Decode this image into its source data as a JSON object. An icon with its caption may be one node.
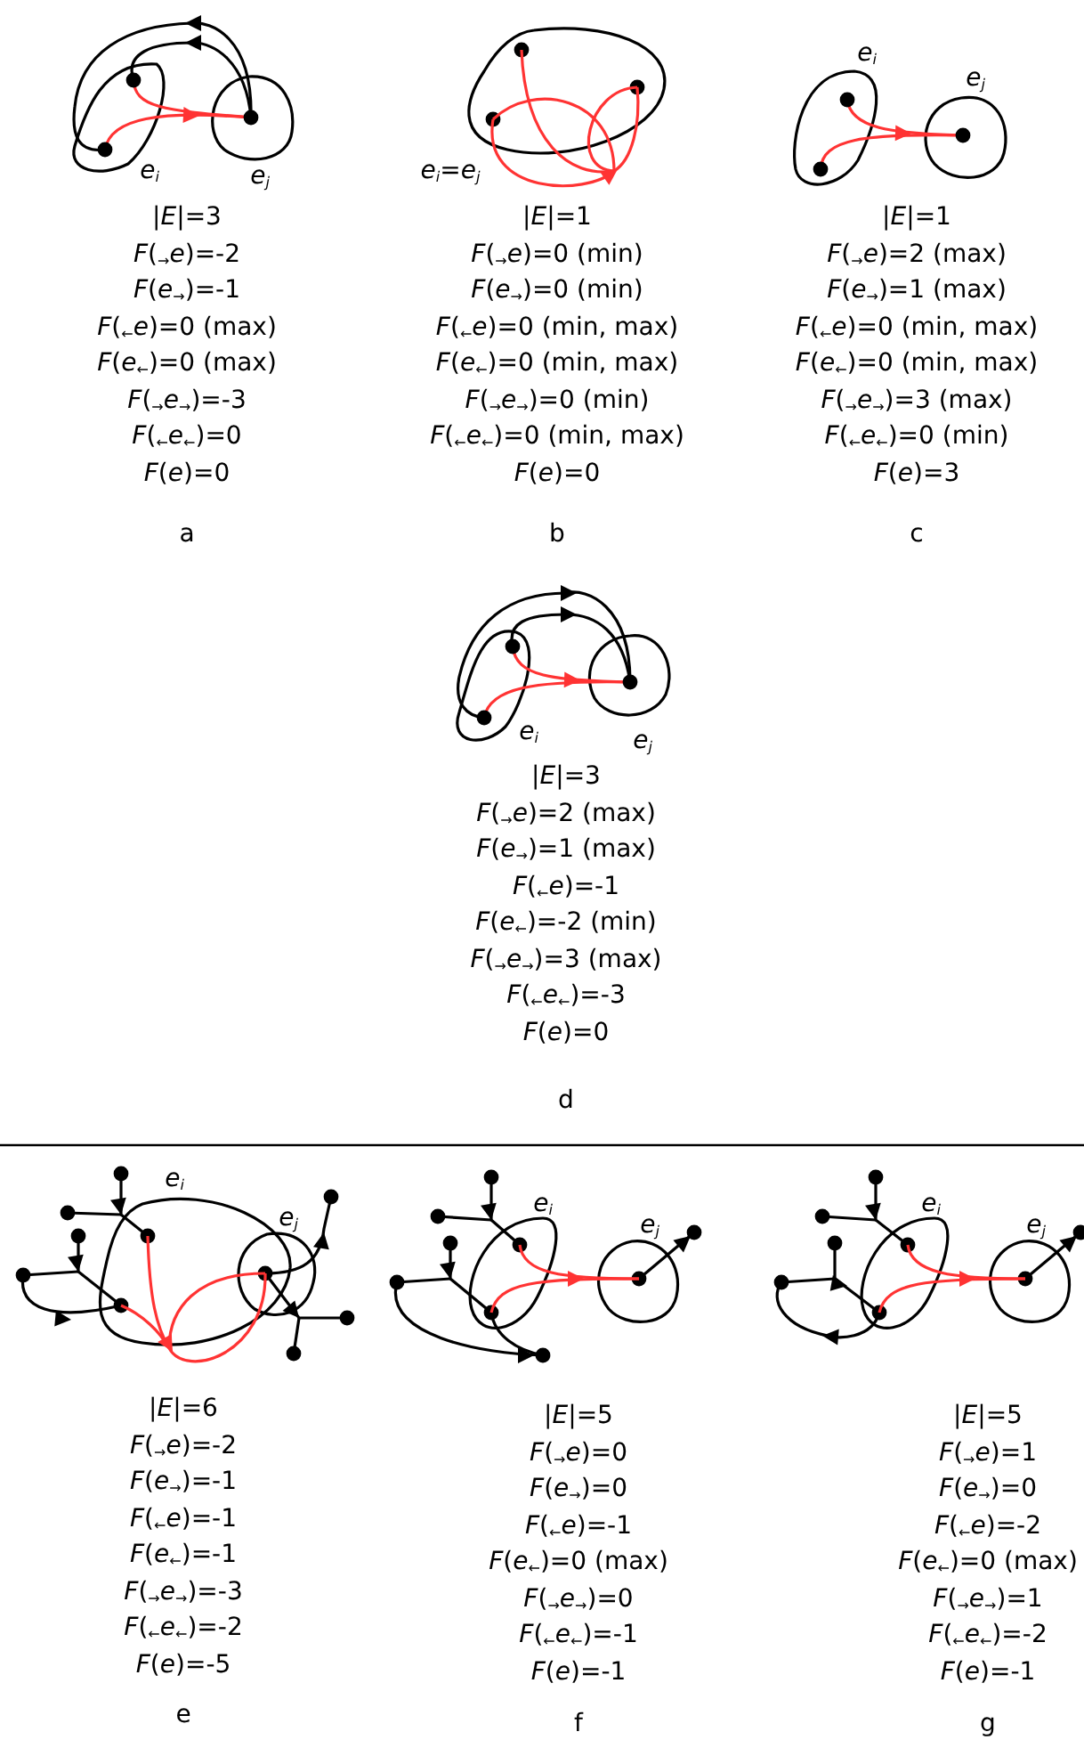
{
  "diagram": {
    "labels": [
      "e$_{i}$",
      "e$_{j}$",
      "|*E*|=3",
      "*F*($_{→}$*e*)=-2",
      "*F*(*e*$_{→}$)=-1",
      "*F*($_{←}$*e*)=0 (max)",
      "*F*(*e*$_{←}$)=0 (max)",
      "*F*($_{→}$*e*$_{→}$)=-3",
      "*F*($_{←}$*e*$_{←}$)=0",
      "*F*(*e*)=0",
      "a",
      "e$_{i}$=e$_{j}$",
      "|*E*|=1",
      "*F*($_{→}$*e*)=0 (min)",
      "*F*(*e*$_{→}$)=0 (min)",
      "*F*($_{←}$*e*)=0 (min, max)",
      "*F*(*e*$_{←}$)=0 (min, max)",
      "*F*($_{→}$*e*$_{→}$)=0 (min)",
      "*F*($_{←}$*e*$_{←}$)=0 (min, max)",
      "*F*(*e*)=0",
      "b",
      "e$_{i}$",
      "e$_{j}$",
      "|*E*|=1",
      "*F*($_{→}$*e*)=2 (max)",
      "*F*(*e*$_{→}$)=1 (max)",
      "*F*($_{←}$*e*)=0 (min, max)",
      "*F*(*e*$_{←}$)=0 (min, max)",
      "*F*($_{→}$*e*$_{→}$)=3 (max)",
      "*F*($_{←}$*e*$_{←}$)=0 (min)",
      "*F*(*e*)=3",
      "c",
      "e$_{i}$",
      "e$_{j}$",
      "|*E*|=3",
      "*F*($_{→}$*e*)=2 (max)",
      "*F*(*e*$_{→}$)=1 (max)",
      "*F*($_{←}$*e*)=-1",
      "*F*(*e*$_{←}$)=-2 (min)",
      "*F*($_{→}$*e*$_{→}$)=3 (max)",
      "*F*($_{←}$*e*$_{←}$)=-3",
      "*F*(*e*)=0",
      "d",
      "e$_{i}$",
      "e$_{j}$",
      "|*E*|=6",
      "*F*($_{→}$*e*)=-2",
      "*F*(*e*$_{→}$)=-1",
      "*F*($_{←}$*e*)=-1",
      "*F*(*e*$_{←}$)=-1",
      "*F*($_{→}$*e*$_{→}$)=-3",
      "*F*($_{←}$*e*$_{←}$)=-2",
      "*F*(*e*)=-5",
      "e",
      "e$_{i}$",
      "e$_{j}$",
      "|*E*|=5",
      "*F*($_{→}$*e*)=0",
      "*F*(*e*$_{→}$)=0",
      "*F*($_{←}$*e*)=-1",
      "*F*(*e*$_{←}$)=0 (max)",
      "*F*($_{→}$*e*$_{→}$)=0",
      "*F*($_{←}$*e*$_{←}$)=-1",
      "*F*(*e*)=-1",
      "f",
      "e$_{i}$",
      "e$_{j}$",
      "|*E*|=5",
      "*F*($_{→}$*e*)=1",
      "*F*(*e*$_{→}$)=0",
      "*F*($_{←}$*e*)=-2",
      "*F*(*e*$_{←}$)=0 (max)",
      "*F*($_{→}$*e*$_{→}$)=1",
      "*F*($_{←}$*e*$_{←}$)=-2",
      "*F*(*e*)=-1",
      "g"
    ]
  }
}
